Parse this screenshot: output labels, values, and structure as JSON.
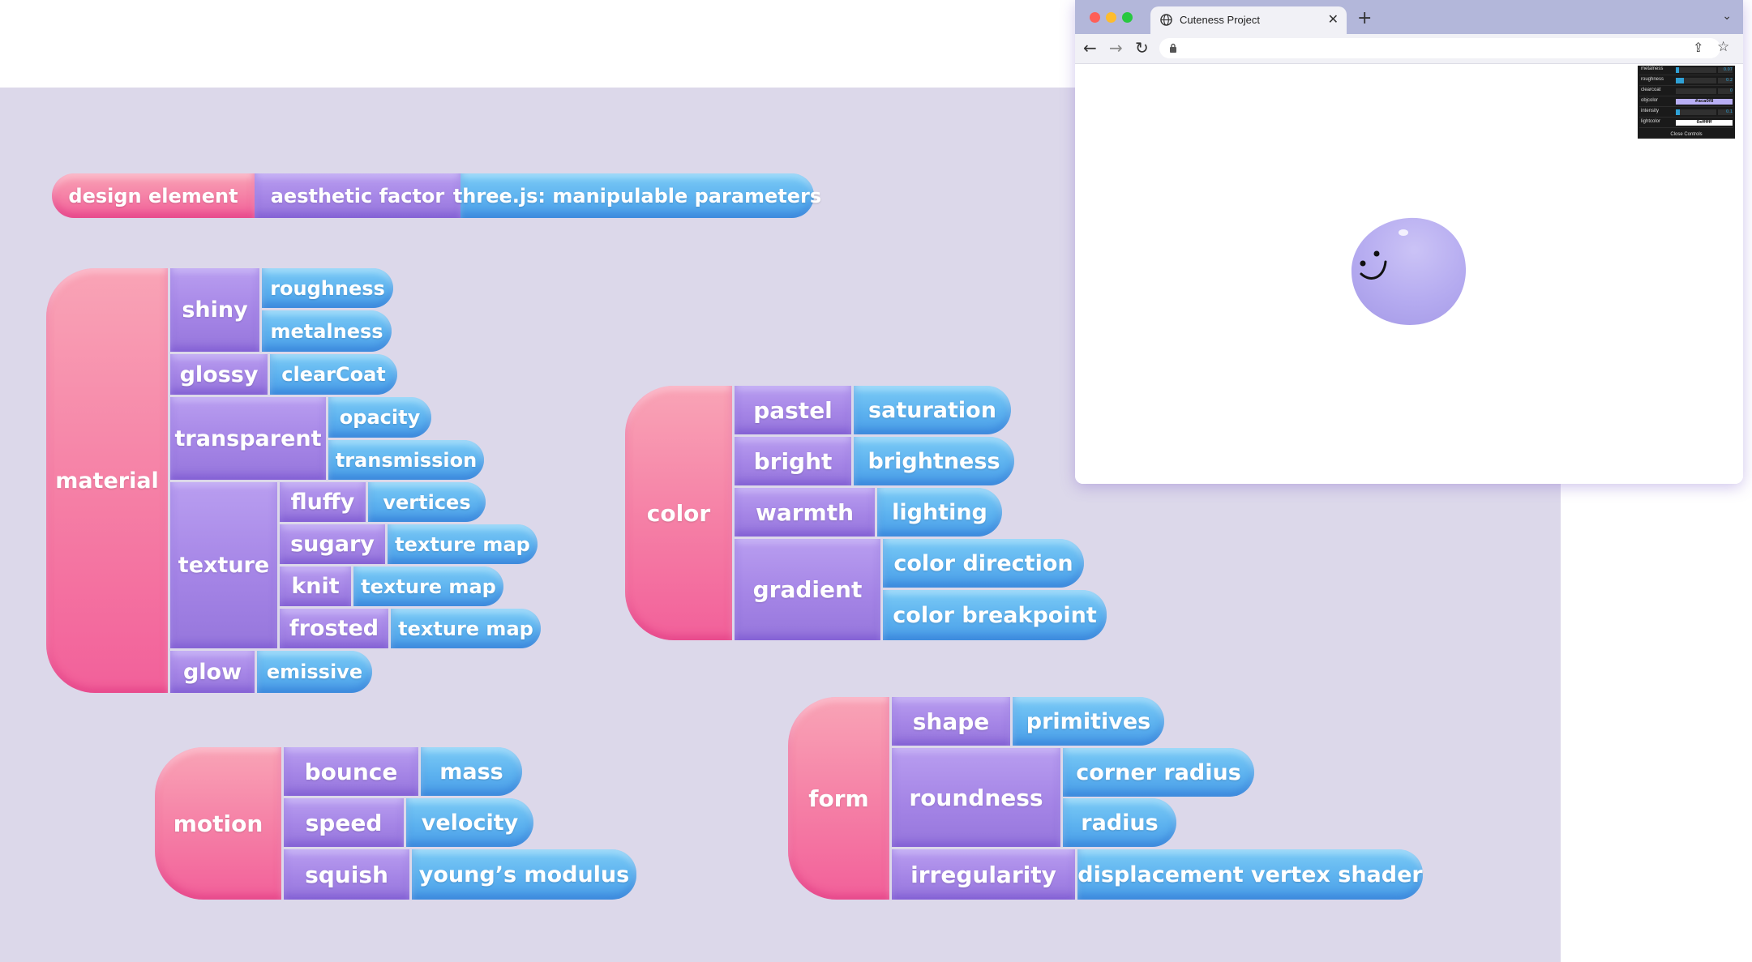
{
  "legend": {
    "design_element": "design element",
    "aesthetic_factor": "aesthetic factor",
    "parameters": "three.js: manipulable parameters"
  },
  "material": {
    "label": "material",
    "shiny": {
      "label": "shiny",
      "params": [
        "roughness",
        "metalness"
      ]
    },
    "glossy": {
      "label": "glossy",
      "params": [
        "clearCoat"
      ]
    },
    "transparent": {
      "label": "transparent",
      "params": [
        "opacity",
        "transmission"
      ]
    },
    "texture": {
      "label": "texture",
      "fluffy": {
        "label": "fluffy",
        "param": "vertices"
      },
      "sugary": {
        "label": "sugary",
        "param": "texture map"
      },
      "knit": {
        "label": "knit",
        "param": "texture map"
      },
      "frosted": {
        "label": "frosted",
        "param": "texture map"
      }
    },
    "glow": {
      "label": "glow",
      "params": [
        "emissive"
      ]
    }
  },
  "color": {
    "label": "color",
    "pastel": {
      "label": "pastel",
      "param": "saturation"
    },
    "bright": {
      "label": "bright",
      "param": "brightness"
    },
    "warmth": {
      "label": "warmth",
      "param": "lighting"
    },
    "gradient": {
      "label": "gradient",
      "params": [
        "color direction",
        "color breakpoint"
      ]
    }
  },
  "motion": {
    "label": "motion",
    "bounce": {
      "label": "bounce",
      "param": "mass"
    },
    "speed": {
      "label": "speed",
      "param": "velocity"
    },
    "squish": {
      "label": "squish",
      "param": "young’s modulus"
    }
  },
  "form": {
    "label": "form",
    "shape": {
      "label": "shape",
      "param": "primitives"
    },
    "roundness": {
      "label": "roundness",
      "params": [
        "corner radius",
        "radius"
      ]
    },
    "irregularity": {
      "label": "irregularity",
      "param": "displacement vertex shader"
    }
  },
  "browser": {
    "tab_title": "Cuteness Project",
    "tab_close": "✕",
    "new_tab": "+",
    "tab_menu": "⌄",
    "back": "←",
    "forward": "→",
    "reload": "↻",
    "share": "⇪",
    "bookmark": "☆",
    "window_colors": {
      "close": "#ff5f57",
      "minimize": "#febc2e",
      "zoom": "#28c840"
    },
    "icons": [
      "globe-icon",
      "lock-icon"
    ]
  },
  "controls": {
    "rows": [
      {
        "label": "metalness",
        "type": "slider",
        "value": "0.07",
        "fraction": 0.07
      },
      {
        "label": "roughness",
        "type": "slider",
        "value": "0.2",
        "fraction": 0.2
      },
      {
        "label": "clearcoat",
        "type": "slider",
        "value": "0",
        "fraction": 0
      },
      {
        "label": "objcolor",
        "type": "color",
        "value": "#aca0f8",
        "swatch": "#b8aef4"
      },
      {
        "label": "intensity",
        "type": "slider",
        "value": "0.1",
        "fraction": 0.1
      },
      {
        "label": "lightcolor",
        "type": "color",
        "value": "0xffffff",
        "swatch": "#ffffff"
      }
    ],
    "close_label": "Close Controls"
  },
  "colors": {
    "background": "#dcd8ea",
    "pink": "#f57ea5",
    "purple": "#a585e6",
    "blue": "#5db2ef",
    "sphere": "#b5abf0"
  }
}
